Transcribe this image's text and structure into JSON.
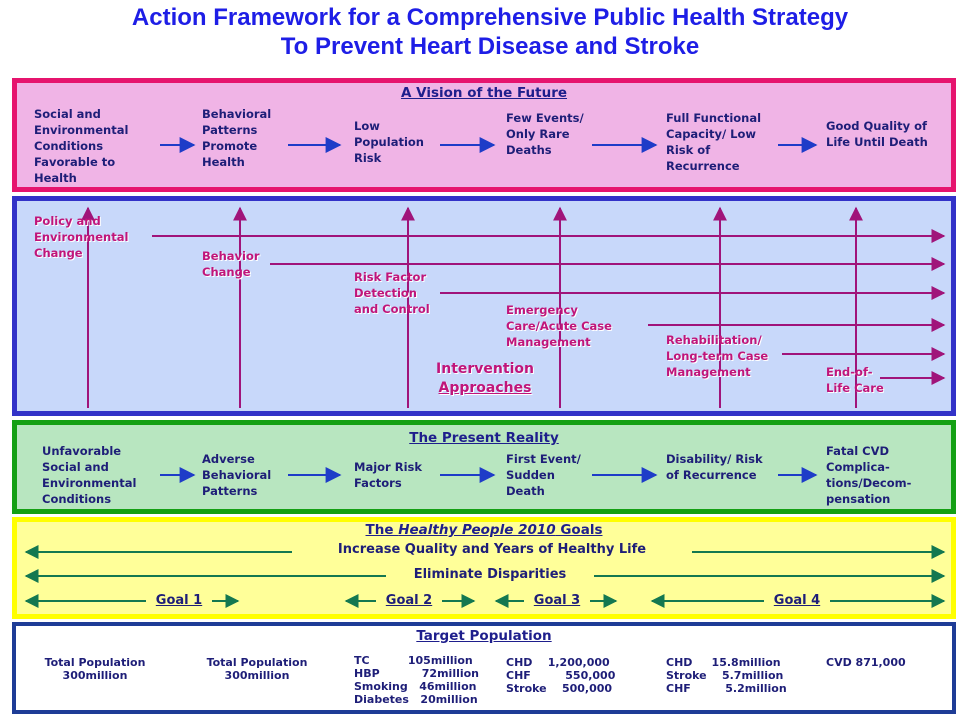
{
  "title_line1": "Action Framework for a Comprehensive Public Health Strategy",
  "title_line2": "To Prevent Heart Disease and Stroke",
  "vision": {
    "title": "A Vision of the Future",
    "items": [
      "Social and Environmental Conditions Favorable to Health",
      "Behavioral Patterns Promote Health",
      "Low Population Risk",
      "Few Events/ Only Rare Deaths",
      "Full Functional Capacity/ Low Risk of Recurrence",
      "Good Quality of Life Until Death"
    ]
  },
  "interventions": {
    "items": [
      "Policy and Environmental Change",
      "Behavior Change",
      "Risk Factor Detection and Control",
      "Emergency Care/Acute Case Management",
      "Rehabilitation/ Long-term Case Management",
      "End-of-Life Care"
    ],
    "label_line1": "Intervention",
    "label_line2": "Approaches"
  },
  "present": {
    "title": "The Present Reality",
    "items": [
      "Unfavorable Social and Environmental Conditions",
      "Adverse Behavioral Patterns",
      "Major Risk Factors",
      "First Event/ Sudden Death",
      "Disability/ Risk of Recurrence",
      "Fatal CVD Complica-tions/Decom-pensation"
    ]
  },
  "goals": {
    "title_pre": "The ",
    "title_italic": "Healthy People 2010",
    "title_post": " Goals",
    "bar1": "Increase Quality and Years of Healthy Life",
    "bar2": "Eliminate Disparities",
    "goal_labels": [
      "Goal 1",
      "Goal 2",
      "Goal 3",
      "Goal 4"
    ]
  },
  "target": {
    "title": "Target Population",
    "col1": "Total Population\n300million",
    "col2": "Total Population\n300million",
    "col3": "TC          105million\nHBP           72million\nSmoking   46million\nDiabetes   20million",
    "col4": "CHD    1,200,000\nCHF         550,000\nStroke    500,000",
    "col5": "CHD     15.8million\nStroke    5.7million\nCHF         5.2million",
    "col6": "CVD 871,000"
  },
  "colors": {
    "vision_bg": "#f0b4e6",
    "vision_border": "#e6146e",
    "intervention_bg": "#c8d8fa",
    "intervention_border": "#3232c8",
    "present_bg": "#b8e6c0",
    "present_border": "#14a014",
    "goals_bg": "#ffff99",
    "goals_border": "#ffff00",
    "target_border": "#1e3c96",
    "arrow_blue": "#1e3cc8",
    "arrow_purple": "#a0147a",
    "arrow_green": "#147850"
  }
}
